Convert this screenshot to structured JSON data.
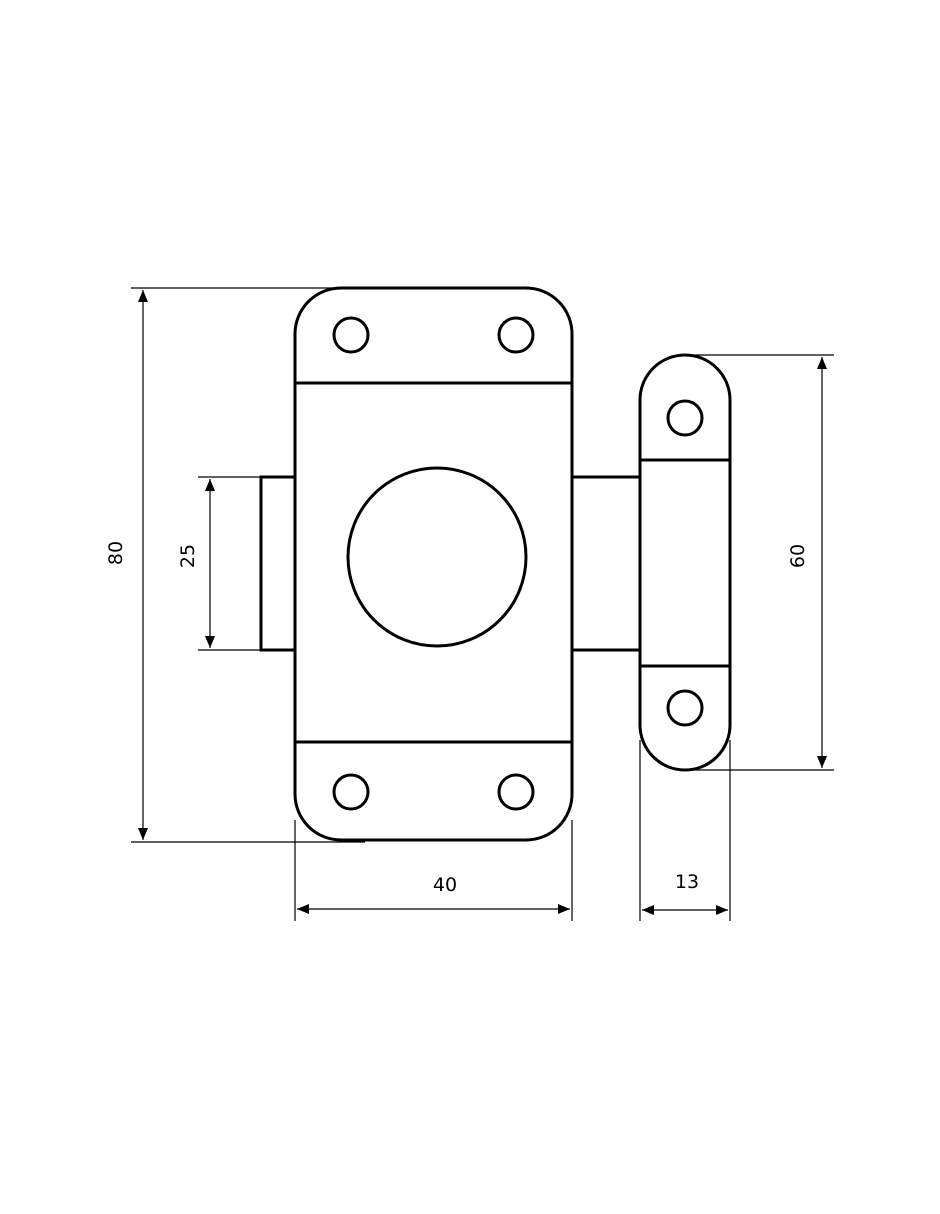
{
  "drawing": {
    "dimensions": {
      "overall_height": "80",
      "bolt_width": "25",
      "keeper_height": "60",
      "body_width": "40",
      "keeper_width": "13"
    },
    "units": "mm"
  }
}
